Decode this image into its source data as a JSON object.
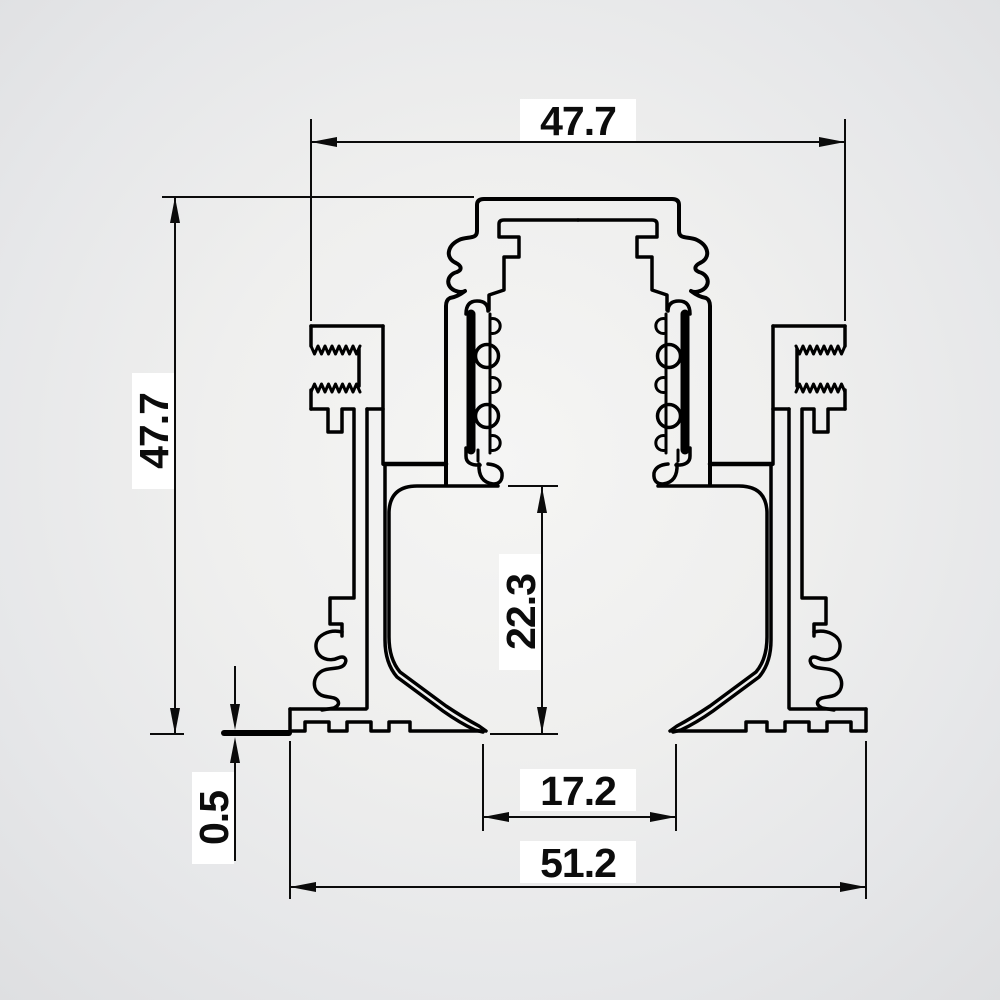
{
  "drawing": {
    "type": "technical-cross-section",
    "background": "#dedfe1",
    "line_color": "#000000",
    "label_background": "#ffffff",
    "dimensions": {
      "top_width": "47.7",
      "overall_height": "47.7",
      "cavity_height": "22.3",
      "base_lip_thickness": "0.5",
      "bottom_opening": "17.2",
      "overall_bottom_width": "51.2"
    }
  }
}
